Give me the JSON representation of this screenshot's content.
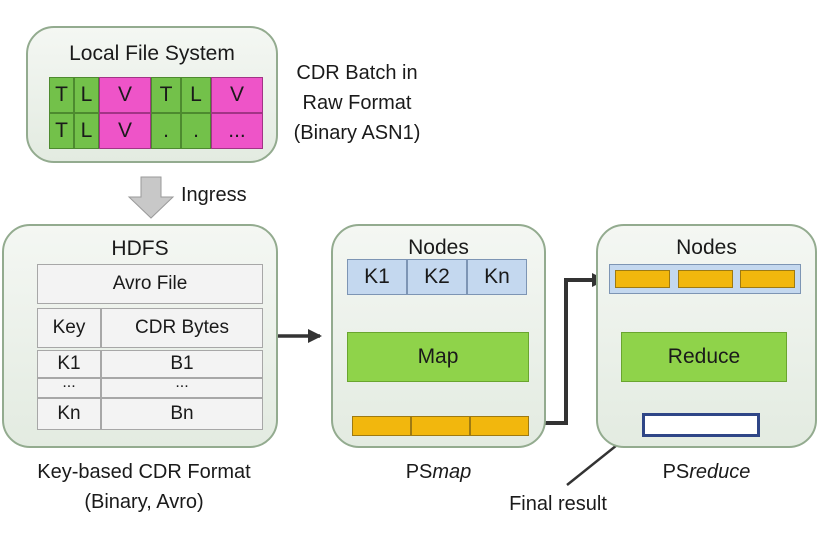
{
  "local_fs": {
    "title": "Local File System",
    "row1": [
      "T",
      "L",
      "V",
      "T",
      "L",
      "V"
    ],
    "row2": [
      "T",
      "L",
      "V",
      ".",
      ".",
      "..."
    ],
    "caption_lines": [
      "CDR Batch in",
      "Raw Format",
      "(Binary ASN1)"
    ]
  },
  "ingress_label": "Ingress",
  "hdfs": {
    "title": "HDFS",
    "file_label": "Avro File",
    "headers": [
      "Key",
      "CDR Bytes"
    ],
    "rows": [
      [
        "K1",
        "B1"
      ],
      [
        "...",
        "..."
      ],
      [
        "Kn",
        "Bn"
      ]
    ],
    "caption_lines": [
      "Key-based CDR Format",
      "(Binary, Avro)"
    ]
  },
  "psmap": {
    "title": "Nodes",
    "keys": [
      "K1",
      "K2",
      "Kn"
    ],
    "box_label": "Map",
    "caption_prefix": "PS",
    "caption_italic": "map"
  },
  "psreduce": {
    "title": "Nodes",
    "box_label": "Reduce",
    "caption_prefix": "PS",
    "caption_italic": "reduce"
  },
  "final_result_label": "Final result",
  "colors": {
    "panel_border": "#93ab8f",
    "tlv_green": "#73c14a",
    "tlv_magenta": "#ee54c8",
    "key_blue": "#c4d8ef",
    "bucket_orange": "#f2b70d",
    "process_green": "#8fd34a",
    "result_border": "#2f4687"
  }
}
